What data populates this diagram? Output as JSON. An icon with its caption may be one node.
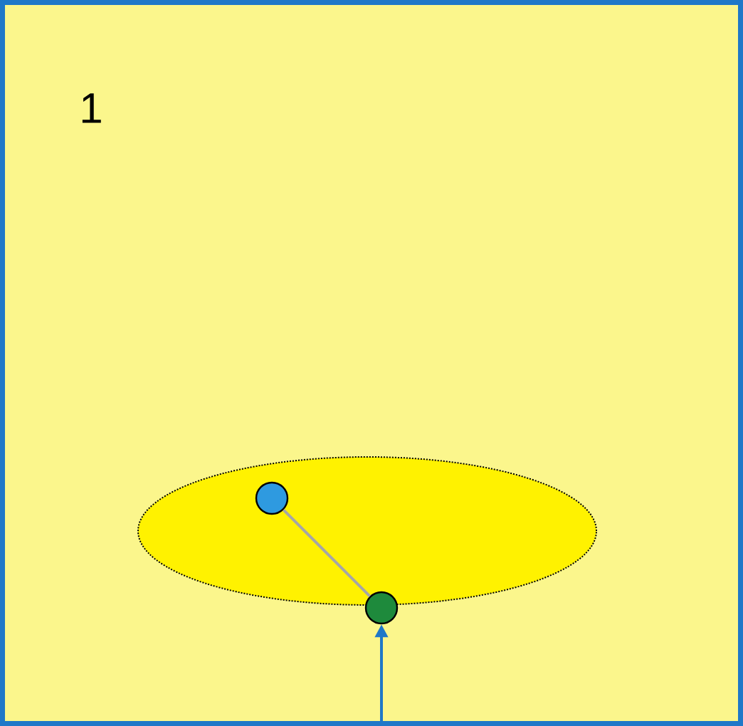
{
  "diagram": {
    "nodes": [
      {
        "text": [],
        "shape": "ellipse"
      },
      {
        "text": [],
        "shape": "circle",
        "in": 0
      },
      {
        "text": [],
        "shape": "circle"
      }
    ],
    "edges": [
      {
        "from": 1,
        "to": 2,
        "arrow": "none",
        "color": "#a6a6a6"
      },
      {
        "from": null,
        "to": 2,
        "arrow": "to",
        "color": "#1f78c8"
      }
    ],
    "labels": [
      "1"
    ]
  }
}
